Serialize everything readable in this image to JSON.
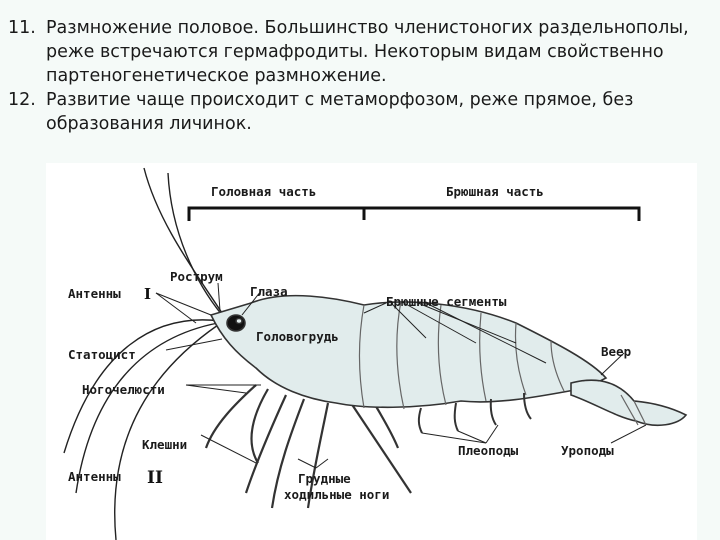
{
  "text": {
    "items": [
      {
        "num": "11.",
        "text": "Размножение половое. Большинство членистоногих раздельнополы, реже встречаются гермафродиты. Некоторым видам свойственно партеногенетическое размножение."
      },
      {
        "num": "12.",
        "text": "Развитие чаще происходит с метаморфозом, реже прямое, без образования личинок."
      }
    ]
  },
  "diagram": {
    "labels": {
      "head_part": "Головная часть",
      "abdomen_part": "Брюшная часть",
      "rostrum": "Рострум",
      "eyes": "Глаза",
      "antennae_1": "Антенны",
      "antennae_1_num": "I",
      "abdominal_segments": "Брюшные сегменты",
      "statocyst": "Статоцист",
      "cephalothorax": "Головогрудь",
      "fan": "Веер",
      "mouthparts": "Ногочелюсти",
      "claws": "Клешни",
      "pleopods": "Плеоподы",
      "uropods": "Уроподы",
      "antennae_2": "Антенны",
      "antennae_2_num": "II",
      "walking_legs_1": "Грудные",
      "walking_legs_2": "ходильные ноги"
    }
  }
}
